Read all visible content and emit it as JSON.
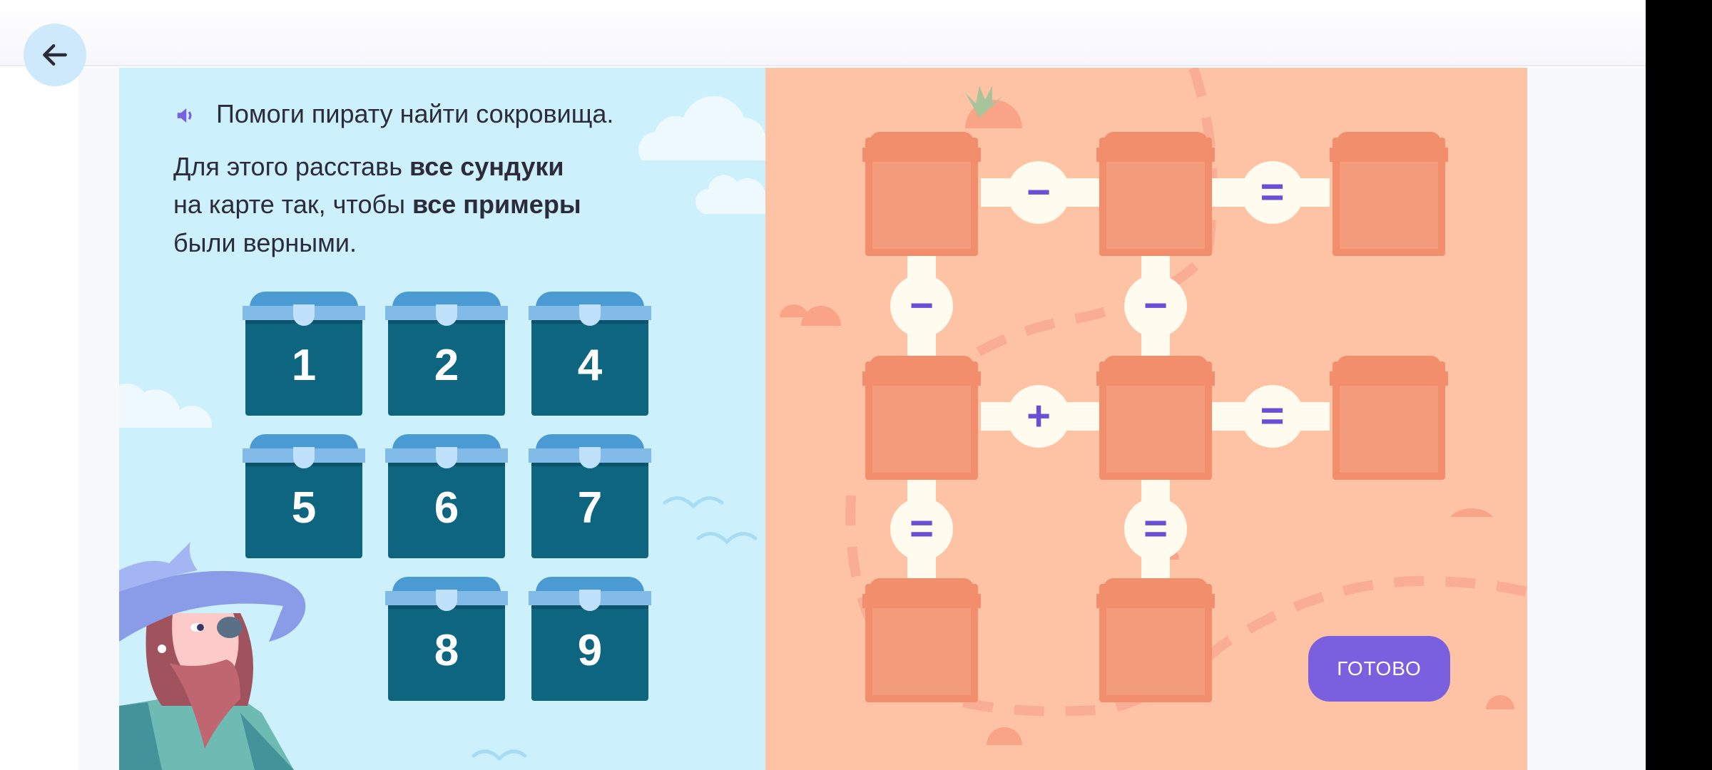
{
  "header": {
    "back_icon": "arrow-left-icon"
  },
  "instructions": {
    "speaker_icon": "speaker-icon",
    "line1": "Помоги пирату найти сокровища.",
    "line2_pre": "Для этого расставь ",
    "line2_bold": "все сундуки",
    "line3_pre": "на карте так, чтобы ",
    "line3_bold": "все примеры",
    "line4": "были верными."
  },
  "chests": [
    "1",
    "2",
    "4",
    "5",
    "6",
    "7",
    "8",
    "9"
  ],
  "board": {
    "ops_row1": [
      "−",
      "="
    ],
    "ops_vert1": [
      "−",
      "−"
    ],
    "ops_row2": [
      "+",
      "="
    ],
    "ops_vert2": [
      "=",
      "="
    ]
  },
  "done_button": "ГОТОВО",
  "colors": {
    "accent": "#7a5fdf",
    "sky": "#cdf0fd",
    "sand": "#fec3a5",
    "chest": "#0e6580"
  }
}
